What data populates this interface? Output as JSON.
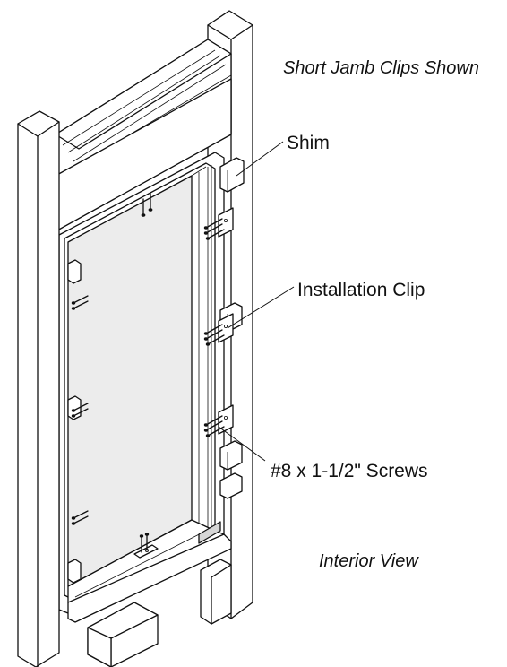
{
  "labels": {
    "caption_top": "Short Jamb Clips Shown",
    "shim": "Shim",
    "installation_clip": "Installation Clip",
    "screws": "#8 x 1-1/2\" Screws",
    "caption_bottom": "Interior View"
  },
  "colors": {
    "line": "#111111",
    "glass": "#ececec",
    "shade": "#d6d6d6",
    "background": "#ffffff"
  }
}
